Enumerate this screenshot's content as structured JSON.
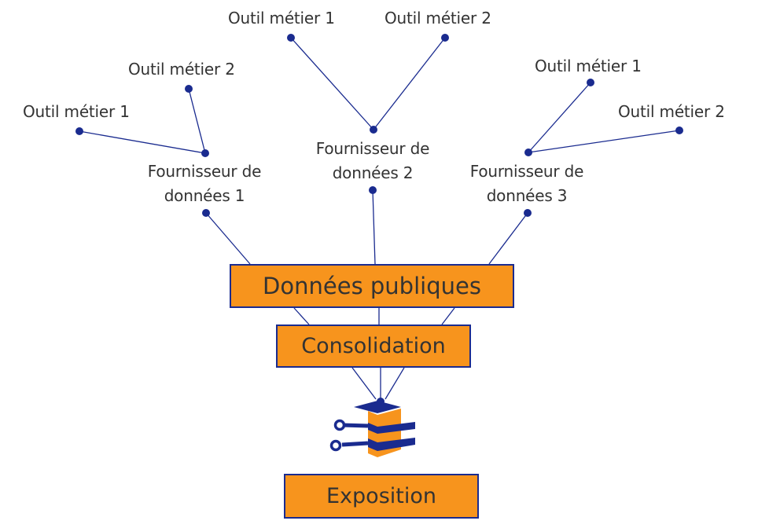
{
  "colors": {
    "navy": "#1a2b8f",
    "orange": "#f7941d",
    "text": "#333333"
  },
  "providers": [
    {
      "label": "Fournisseur de\ndonnées 1",
      "tools": [
        "Outil métier 1",
        "Outil métier 2"
      ]
    },
    {
      "label": "Fournisseur de\ndonnées 2",
      "tools": [
        "Outil métier 1",
        "Outil métier 2"
      ]
    },
    {
      "label": "Fournisseur de\ndonnées 3",
      "tools": [
        "Outil métier 1",
        "Outil métier 2"
      ]
    }
  ],
  "boxes": {
    "public": "Données publiques",
    "consolidation": "Consolidation",
    "exposition": "Exposition"
  },
  "icon": "database-circuit-icon"
}
